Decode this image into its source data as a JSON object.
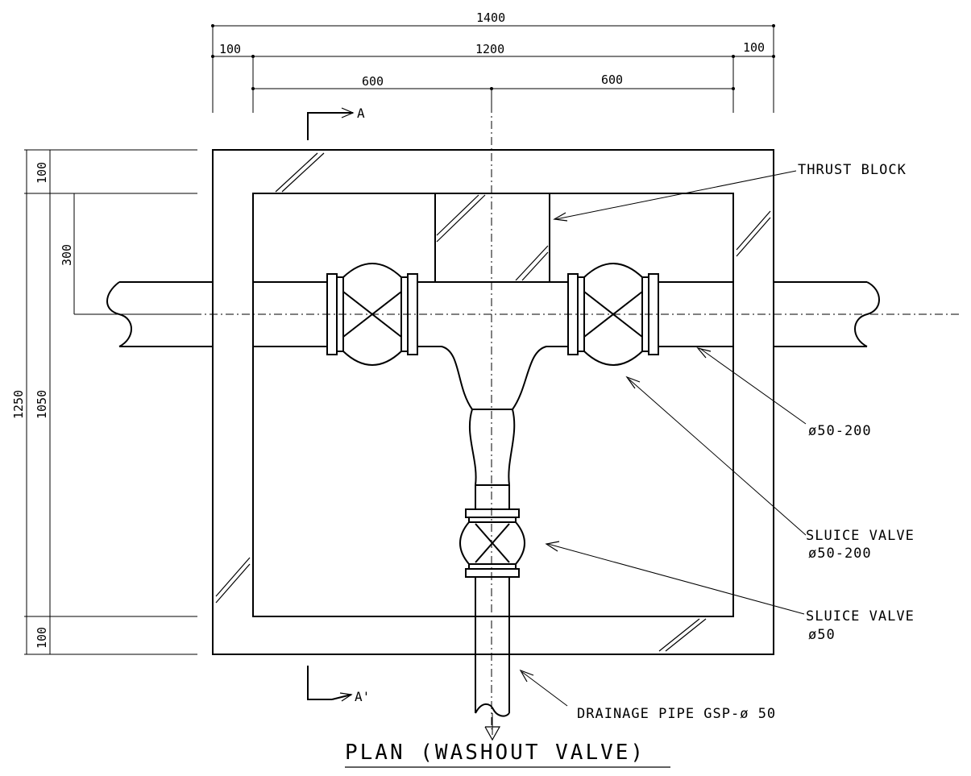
{
  "dimensions": {
    "overall_width": "1400",
    "side_left": "100",
    "inner_width": "1200",
    "side_right": "100",
    "half_left": "600",
    "half_right": "600",
    "overall_height": "1250",
    "inner_height": "1050",
    "top_wall": "100",
    "bottom_wall": "100",
    "pipe_offset": "300"
  },
  "section_marks": {
    "top": "A",
    "bottom": "A'"
  },
  "labels": {
    "thrust_block": "THRUST BLOCK",
    "main_pipe": "ø50-200",
    "sluice_valve_main_1": "SLUICE VALVE",
    "sluice_valve_main_2": "ø50-200",
    "sluice_valve_drain_1": "SLUICE VALVE",
    "sluice_valve_drain_2": "ø50",
    "drainage_pipe": "DRAINAGE PIPE  GSP-ø 50"
  },
  "title": "PLAN (WASHOUT VALVE)"
}
